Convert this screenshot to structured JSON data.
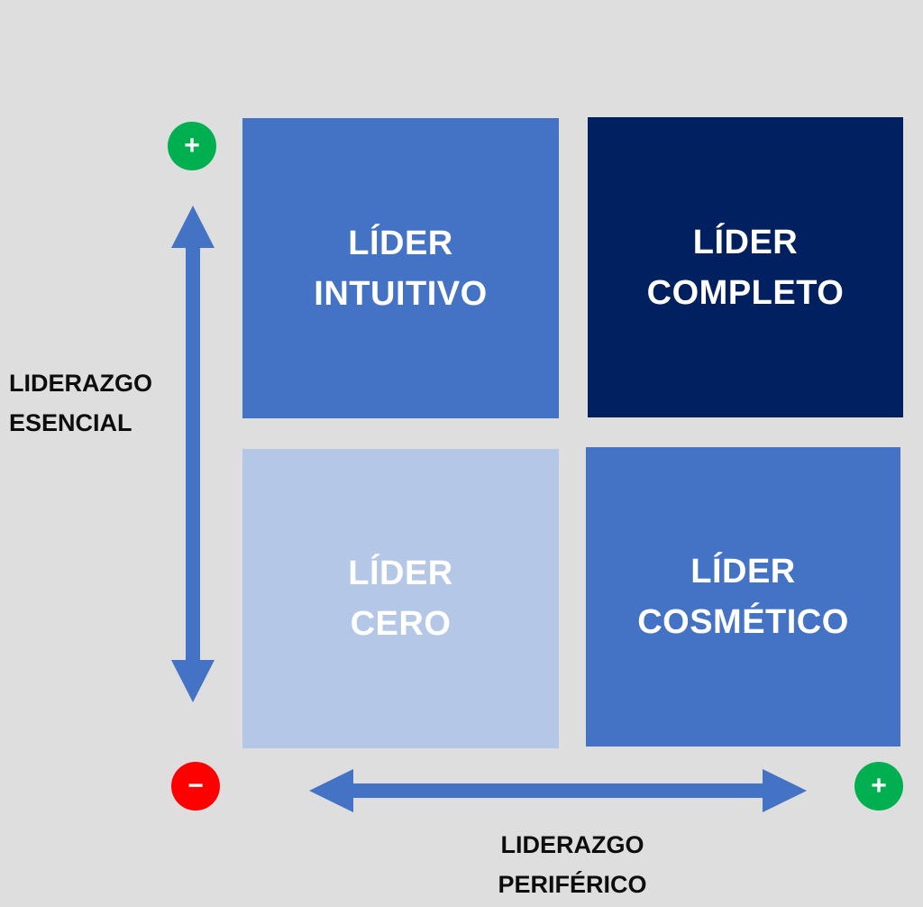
{
  "colors": {
    "background": "#dedede",
    "medium_blue": "#4472c4",
    "dark_navy": "#002060",
    "light_blue": "#b4c7e7",
    "positive_green": "#00b050",
    "negative_red": "#ff0000",
    "arrow_blue": "#4472c4"
  },
  "quadrants": {
    "top_left": {
      "line1": "LÍDER",
      "line2": "INTUITIVO"
    },
    "top_right": {
      "line1": "LÍDER",
      "line2": "COMPLETO"
    },
    "bottom_left": {
      "line1": "LÍDER",
      "line2": "CERO"
    },
    "bottom_right": {
      "line1": "LÍDER",
      "line2": "COSMÉTICO"
    }
  },
  "y_axis": {
    "line1": "LIDERAZGO",
    "line2": "ESENCIAL"
  },
  "x_axis": {
    "line1": "LIDERAZGO",
    "line2": "PERIFÉRICO"
  },
  "signs": {
    "top": "+",
    "origin": "−",
    "right": "+"
  }
}
